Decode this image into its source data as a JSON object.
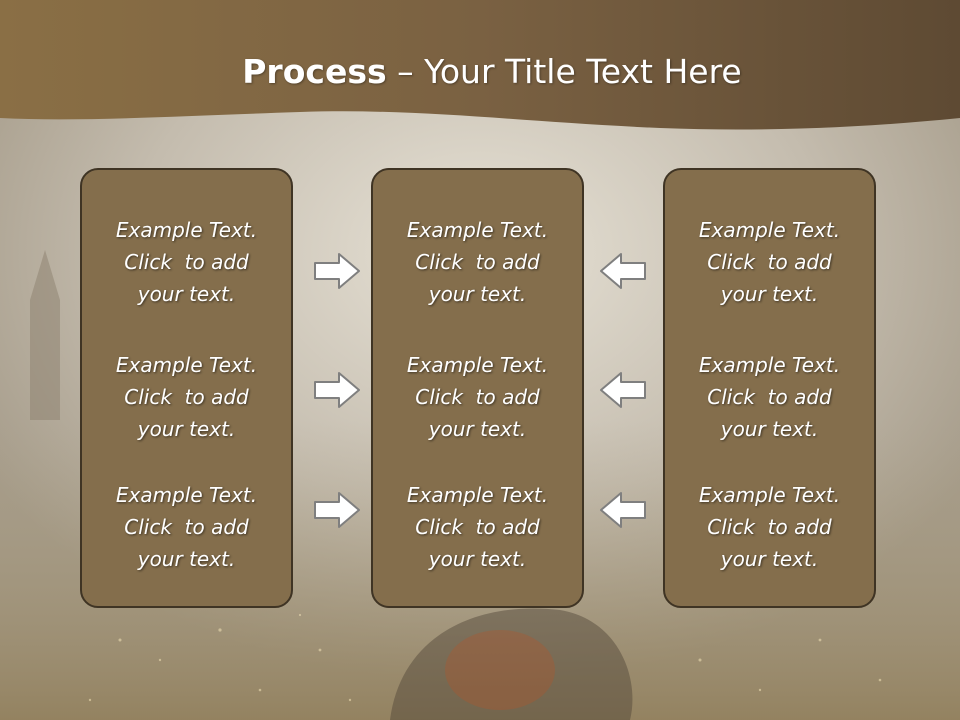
{
  "slide": {
    "title_bold": "Process",
    "title_rest": " – Your Title Text Here"
  },
  "columns": [
    {
      "blocks": [
        {
          "line1": "Example Text.",
          "line2": "Click  to add",
          "line3": "your text."
        },
        {
          "line1": "Example Text.",
          "line2": "Click  to add",
          "line3": "your text."
        },
        {
          "line1": "Example Text.",
          "line2": "Click  to add",
          "line3": "your text."
        }
      ]
    },
    {
      "blocks": [
        {
          "line1": "Example Text.",
          "line2": "Click  to add",
          "line3": "your text."
        },
        {
          "line1": "Example Text.",
          "line2": "Click  to add",
          "line3": "your text."
        },
        {
          "line1": "Example Text.",
          "line2": "Click  to add",
          "line3": "your text."
        }
      ]
    },
    {
      "blocks": [
        {
          "line1": "Example Text.",
          "line2": "Click  to add",
          "line3": "your text."
        },
        {
          "line1": "Example Text.",
          "line2": "Click  to add",
          "line3": "your text."
        },
        {
          "line1": "Example Text.",
          "line2": "Click  to add",
          "line3": "your text."
        }
      ]
    }
  ],
  "arrows": {
    "left_group": "arrow-right-icon",
    "right_group": "arrow-left-icon"
  },
  "colors": {
    "title_band": "#7a6142",
    "box_fill": "#846e4c",
    "box_border": "#3f3424",
    "arrow_fill": "#ffffff",
    "arrow_stroke": "#7f7f7f"
  }
}
